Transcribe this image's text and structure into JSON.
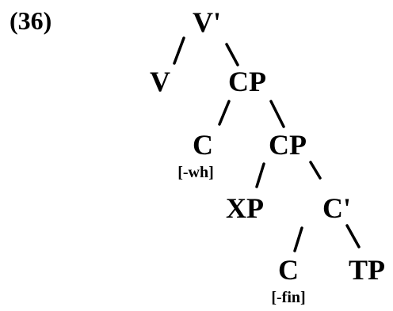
{
  "example_number": "(36)",
  "tree": {
    "nodes": [
      {
        "id": "v-bar",
        "label": "V'"
      },
      {
        "id": "v",
        "label": "V"
      },
      {
        "id": "cp1",
        "label": "CP"
      },
      {
        "id": "c1",
        "label": "C",
        "feature": "[-wh]"
      },
      {
        "id": "cp2",
        "label": "CP"
      },
      {
        "id": "xp",
        "label": "XP"
      },
      {
        "id": "c-bar",
        "label": "C'"
      },
      {
        "id": "c2",
        "label": "C",
        "feature": "[-fin]"
      },
      {
        "id": "tp",
        "label": "TP"
      }
    ],
    "edges": [
      [
        "v-bar",
        "v"
      ],
      [
        "v-bar",
        "cp1"
      ],
      [
        "cp1",
        "c1"
      ],
      [
        "cp1",
        "cp2"
      ],
      [
        "cp2",
        "xp"
      ],
      [
        "cp2",
        "c-bar"
      ],
      [
        "c-bar",
        "c2"
      ],
      [
        "c-bar",
        "tp"
      ]
    ]
  }
}
